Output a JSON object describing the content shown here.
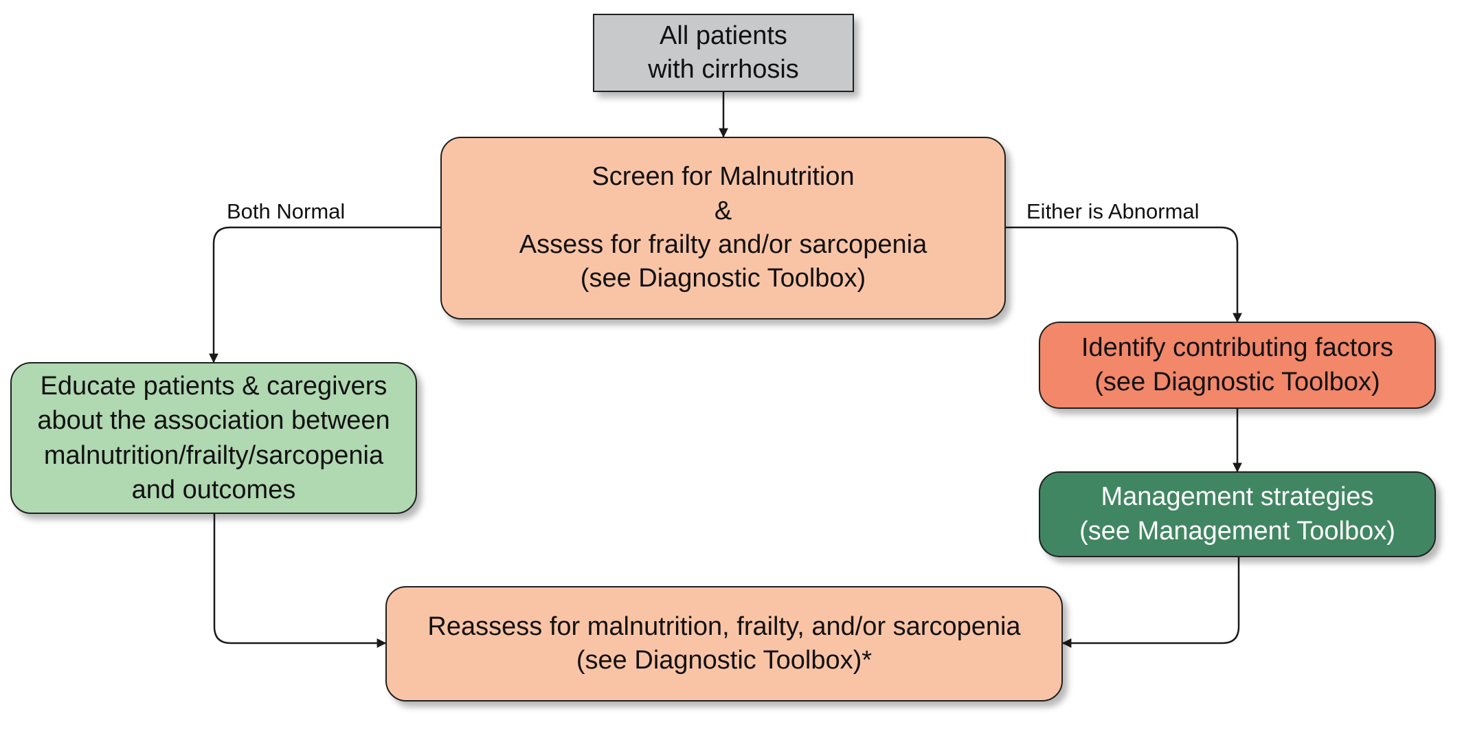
{
  "nodes": {
    "start": {
      "text": "All patients\nwith cirrhosis",
      "color": "#c8c9cb"
    },
    "screen": {
      "text": "Screen for Malnutrition\n&\nAssess for frailty and/or sarcopenia\n(see Diagnostic Toolbox)",
      "color": "#f9c4a6"
    },
    "educate": {
      "text": "Educate patients & caregivers\nabout the association between\nmalnutrition/frailty/sarcopenia\nand outcomes",
      "color": "#b0d8b1"
    },
    "identify": {
      "text": "Identify contributing factors\n(see Diagnostic Toolbox)",
      "color": "#f2876a"
    },
    "manage": {
      "text": "Management strategies\n(see Management Toolbox)",
      "color": "#418662",
      "text_color": "#ffffff"
    },
    "reassess": {
      "text": "Reassess for malnutrition, frailty, and/or sarcopenia\n(see Diagnostic Toolbox)*",
      "color": "#f9c4a6"
    }
  },
  "edges": {
    "both_normal": "Both Normal",
    "either_abnormal": "Either is Abnormal"
  }
}
